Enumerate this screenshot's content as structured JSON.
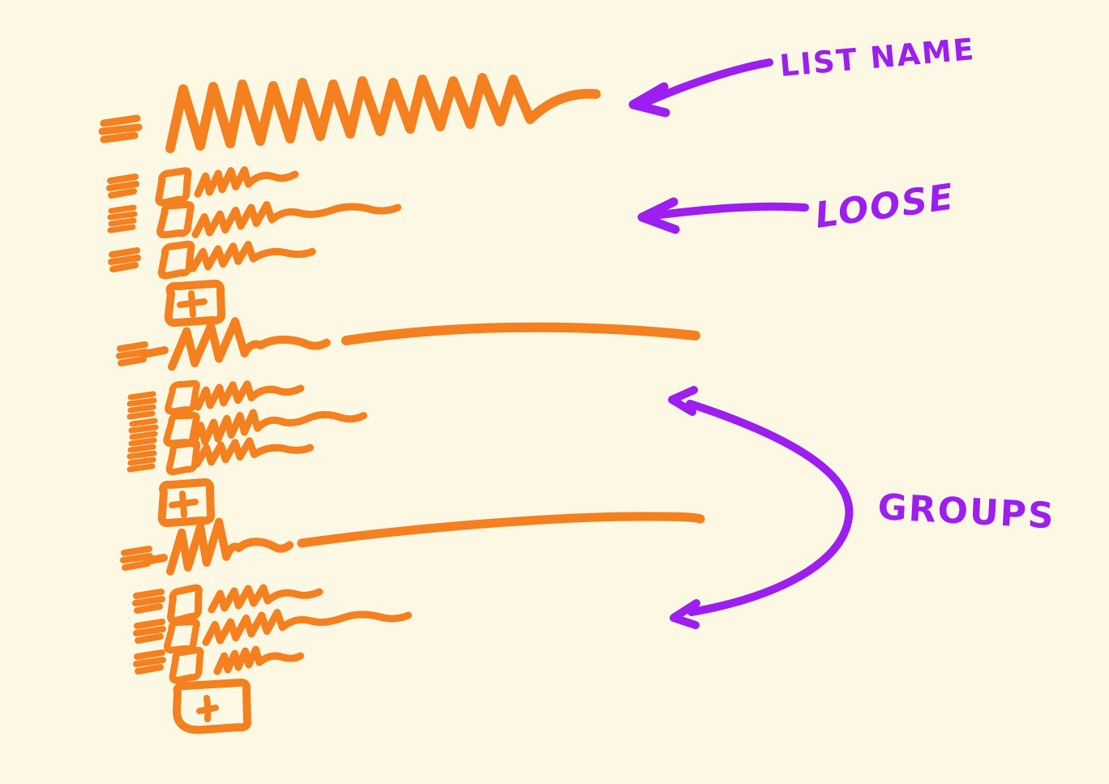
{
  "canvas": {
    "background_color": "#FCF8E4",
    "ink_color": "#F4801F",
    "annotation_color": "#9D1EF0"
  },
  "annotations": {
    "list_name_label": "LIST NAME",
    "loose_label": "LOOSE",
    "groups_label": "GROUPS"
  }
}
